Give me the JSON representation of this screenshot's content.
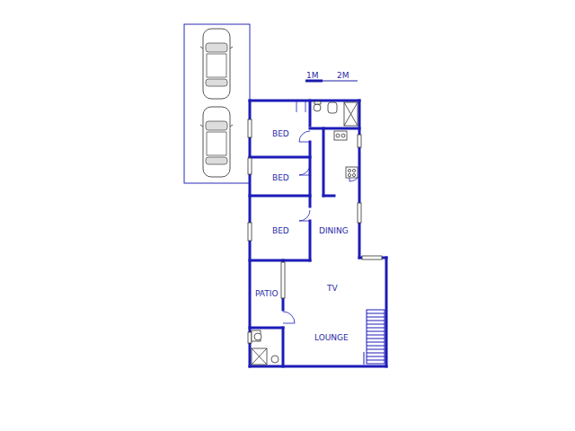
{
  "diagram": {
    "labels": [
      "1M",
      "2M",
      "BED",
      "BED",
      "BED",
      "DINING",
      "TV",
      "PATIO",
      "LOUNGE"
    ]
  }
}
